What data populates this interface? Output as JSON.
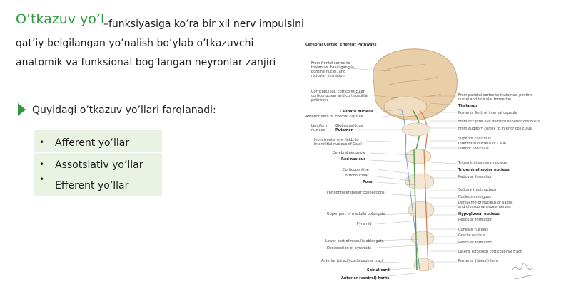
{
  "heading": {
    "term": "O’tkazuv yo’l",
    "definition_line1": "–funksiyasiga ko’ra bir xil nerv impulsini",
    "definition_line2": "qat’iy belgilangan yo’nalish bo’ylab o’tkazuvchi",
    "definition_line3": "anatomik va funksional bog’langan neyronlar zanjiri"
  },
  "question": {
    "label": "Quyidagi o’tkazuv yo’llari farqlanadi:"
  },
  "list": {
    "items": [
      "Afferent yo’llar",
      "Assotsiativ yo’llar",
      "Efferent yo’llar"
    ],
    "bullet": "•"
  },
  "figure": {
    "title": "Cerebral Cortex: Efferent Pathways",
    "labels_left": [
      "From frontal cortex to",
      "thalamus, basal ganglia,",
      "pontine nuclei, and",
      "reticular formation",
      "Corticobulbar, corticoreticular",
      "corticonuclear and corticospinal",
      "pathways",
      "Caudate nucleus",
      "Anterior limb of internal capsule",
      "Lentiform",
      "nucleus",
      "Globus pallidus",
      "Putamen",
      "From frontal eye fields to",
      "interstitial nucleus of Cajal",
      "Cerebral peduncle",
      "Red nucleus",
      "Corticopontine",
      "Corticonuclear",
      "Pons",
      "For pontocerebellar connections",
      "Upper part of medulla oblongata",
      "Pyramid",
      "Lower part of medulla oblongata",
      "Decussation of pyramids",
      "Anterior (direct) corticospinal tract",
      "Spinal cord",
      "Anterior (ventral) horns"
    ],
    "labels_right": [
      "From parietal cortex to thalamus, pontine",
      "nuclei and reticular formation",
      "Thalamus",
      "Posterior limb of internal capsule",
      "From occipital eye fields to superior colliculus",
      "From auditory cortex to inferior colliculus",
      "Superior colliculus",
      "Interstitial nucleus of Cajal",
      "Inferior colliculus",
      "Trigeminal sensory nucleus",
      "Trigeminal motor nucleus",
      "Reticular formation",
      "Solitary tract nucleus",
      "Nucleus ambiguus",
      "Dorsal motor nucleus of vagus",
      "and glossopharyngeal nerves",
      "Hypoglossal nucleus",
      "Reticular formation",
      "Cuneate nucleus",
      "Gracile nucleus",
      "Reticular formation",
      "Lateral (crossed) corticospinal tract",
      "Posterior (dorsal) horn"
    ]
  },
  "colors": {
    "accent": "#2e9a3c",
    "list_background": "#e9f2e3",
    "text": "#1e1e1e"
  }
}
